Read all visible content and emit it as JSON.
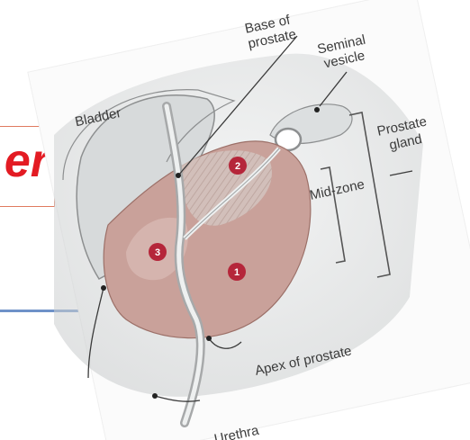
{
  "slide": {
    "title_fragment": "er",
    "accent_color": "#6e92c8",
    "title_color": "#e31b23"
  },
  "diagram": {
    "labels": {
      "bladder": "Bladder",
      "base_line1": "Base of",
      "base_line2": "prostate",
      "seminal_line1": "Seminal",
      "seminal_line2": "vesicle",
      "prostate_line1": "Prostate",
      "prostate_line2": "gland",
      "midzone": "Mid-zone",
      "apex": "Apex of prostate",
      "urethra": "Urethra"
    },
    "zones": [
      "1",
      "2",
      "3"
    ],
    "colors": {
      "prostate_fill": "#c9a19a",
      "zone_marker": "#b5263a",
      "tissue": "#d9dcdc",
      "outline": "#8d8f90"
    }
  }
}
